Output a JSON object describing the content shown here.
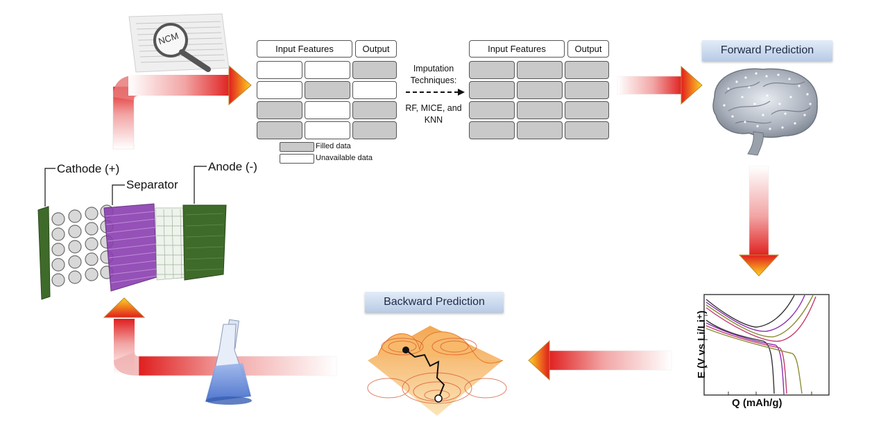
{
  "paper_label": "NCM",
  "table_left": {
    "header_input": "Input Features",
    "header_output": "Output",
    "rows": [
      [
        "empty",
        "empty",
        "filled"
      ],
      [
        "empty",
        "filled",
        "empty"
      ],
      [
        "filled",
        "empty",
        "filled"
      ],
      [
        "filled",
        "empty",
        "filled"
      ]
    ]
  },
  "legend": {
    "filled": "Filled data",
    "unavailable": "Unavailable data"
  },
  "imputation": {
    "line1": "Imputation",
    "line2": "Techniques:",
    "line3": "RF, MICE, and",
    "line4": "KNN"
  },
  "table_right": {
    "header_input": "Input Features",
    "header_output": "Output",
    "rows": [
      [
        "filled",
        "filled",
        "filled"
      ],
      [
        "filled",
        "filled",
        "filled"
      ],
      [
        "filled",
        "filled",
        "filled"
      ],
      [
        "filled",
        "filled",
        "filled"
      ]
    ]
  },
  "forward_title": "Forward Prediction",
  "backward_title": "Backward Prediction",
  "battery": {
    "cathode": "Cathode (+)",
    "separator": "Separator",
    "anode": "Anode (-)"
  },
  "plot": {
    "ylabel": "E (V vs Li/Li⁺)",
    "xlabel": "Q (mAh/g)"
  },
  "colors": {
    "arrow_red": "#e01e1e",
    "arrow_yellow": "#ffd21f",
    "cell_filled": "#c9c9c9",
    "title_bg": "#c8d8ee",
    "cathode_green": "#3f6b2a",
    "separator_purple": "#8a3fb0"
  }
}
